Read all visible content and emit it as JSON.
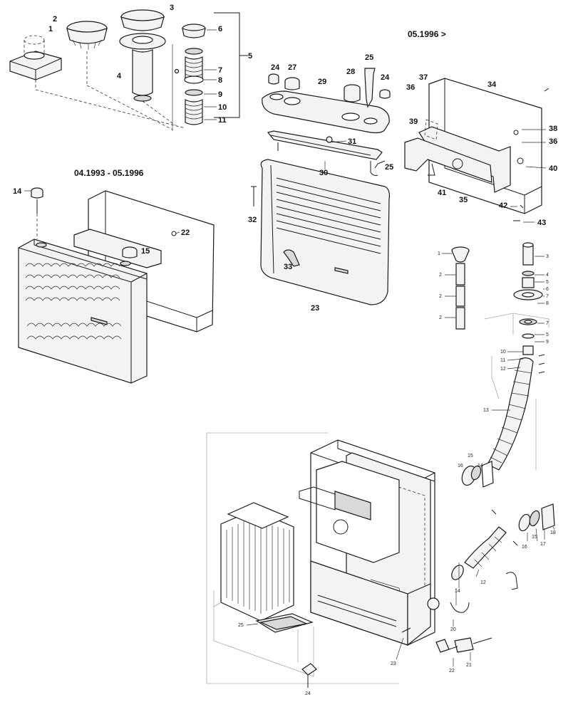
{
  "headings": {
    "date_new": "05.1996 >",
    "date_old": "04.1993 - 05.1996"
  },
  "labels": {
    "p1": "1",
    "p2": "2",
    "p3": "3",
    "p4": "4",
    "p5": "5",
    "p6": "6",
    "p7": "7",
    "p8": "8",
    "p9": "9",
    "p10": "10",
    "p11": "11",
    "p14": "14",
    "p15": "15",
    "p22": "22",
    "p23": "23",
    "p24a": "24",
    "p24b": "24",
    "p25a": "25",
    "p25b": "25",
    "p27": "27",
    "p28": "28",
    "p29": "29",
    "p30": "30",
    "p31": "31",
    "p32": "32",
    "p33": "33",
    "p34": "34",
    "p35": "35",
    "p36a": "36",
    "p36b": "36",
    "p37": "37",
    "p38": "38",
    "p39": "39",
    "p40": "40",
    "p41": "41",
    "p42": "42",
    "p43": "43",
    "r1": "1",
    "r2a": "2",
    "r2b": "2",
    "r2c": "2",
    "r3": "3",
    "r4": "4",
    "r5a": "5",
    "r6": "6",
    "r7a": "7",
    "r8": "8",
    "r7b": "7",
    "r5b": "5",
    "r9": "9",
    "r10": "10",
    "r11": "11",
    "r12": "12",
    "r13": "13",
    "r15a": "15",
    "r16a": "16",
    "r14a": "14",
    "r14b": "14",
    "r12b": "12",
    "r16b": "16",
    "r15b": "15",
    "r17": "17",
    "r18": "18",
    "r20": "20",
    "r21": "21",
    "r22": "22",
    "r23": "23",
    "r24": "24",
    "r25": "25"
  },
  "colors": {
    "ink": "#1a1a1a",
    "fill": "#f3f3f3",
    "shade": "#d9d9d9"
  }
}
